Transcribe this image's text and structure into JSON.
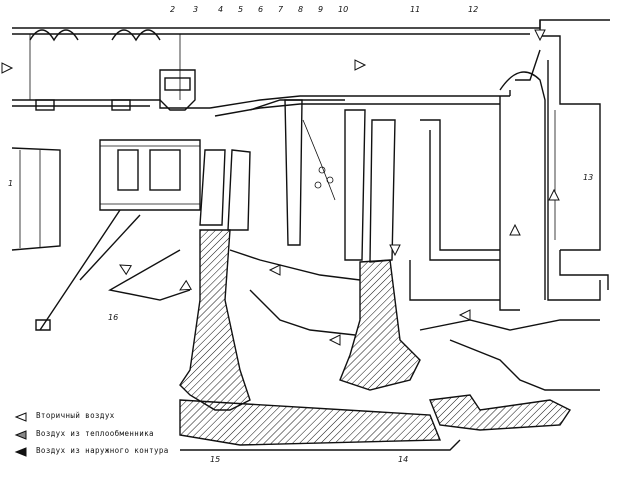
{
  "diagram": {
    "part_numbers": [
      "1",
      "2",
      "3",
      "4",
      "5",
      "6",
      "7",
      "8",
      "9",
      "10",
      "11",
      "12",
      "13",
      "14",
      "15",
      "16"
    ],
    "legend": [
      {
        "marker": "open-arrow-icon",
        "label": "Вторичный воздух"
      },
      {
        "marker": "half-filled-arrow-icon",
        "label": "Воздух из теплообменника"
      },
      {
        "marker": "filled-arrow-icon",
        "label": "Воздух из наружного контура"
      }
    ]
  }
}
